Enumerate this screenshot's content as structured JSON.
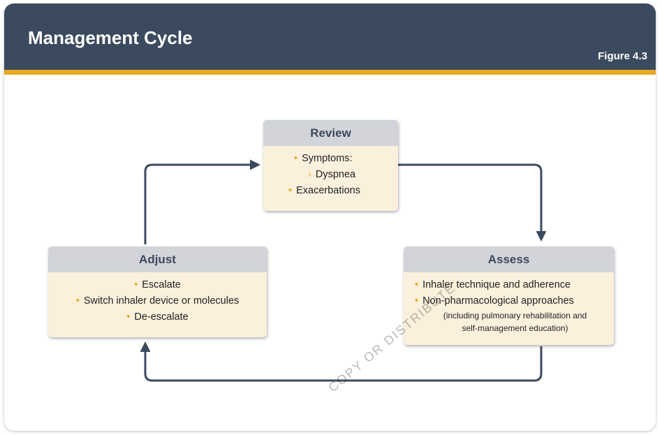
{
  "header": {
    "title": "Management Cycle",
    "figure": "Figure 4.3"
  },
  "boxes": {
    "review": {
      "title": "Review",
      "items": [
        "Symptoms:",
        "Exacerbations"
      ],
      "subitem": "Dyspnea"
    },
    "assess": {
      "title": "Assess",
      "items": [
        "Inhaler technique and adherence",
        "Non-pharmacological approaches"
      ],
      "note_line1": "(including pulmonary rehabilitation and",
      "note_line2": "self-management education)"
    },
    "adjust": {
      "title": "Adjust",
      "items": [
        "Escalate",
        "Switch inhaler device or molecules",
        "De-escalate"
      ]
    }
  },
  "watermark": "COPY OR DISTRIBUTE",
  "colors": {
    "header": "#3b4a5e",
    "accent": "#e8a922",
    "box_fill": "#fbf0dc",
    "box_head": "#d2d4da"
  }
}
